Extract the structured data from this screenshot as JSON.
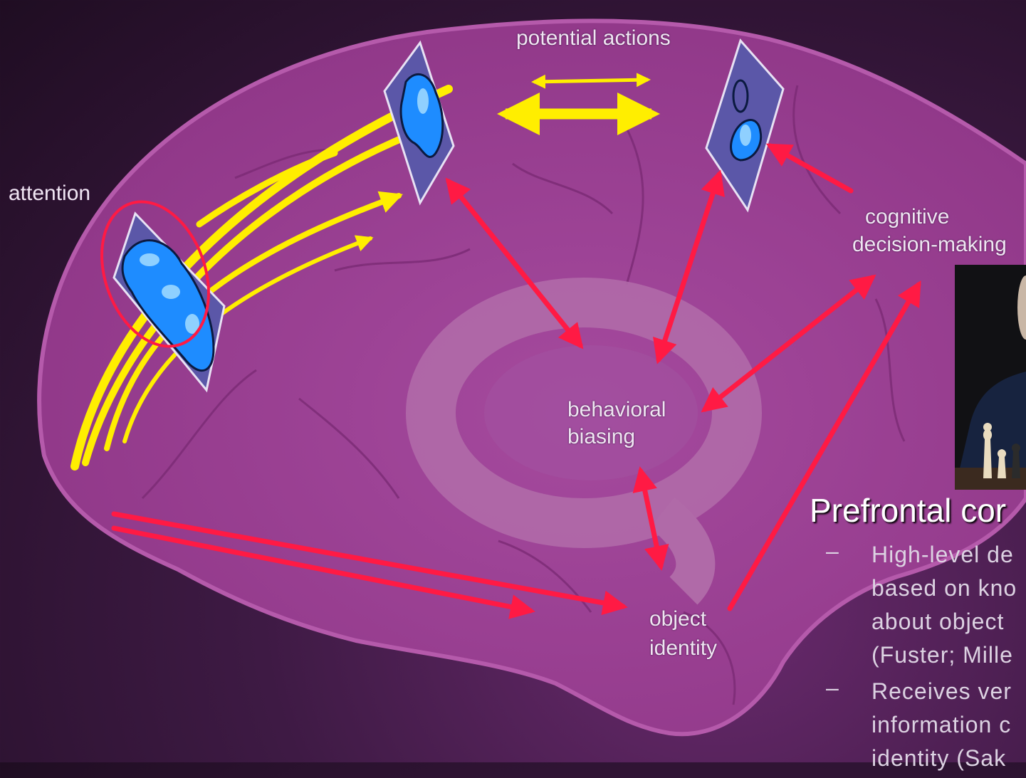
{
  "labels": {
    "potential_actions": "potential actions",
    "attention": "attention",
    "cognitive": "cognitive",
    "decision_making": "decision-making",
    "behavioral": "behavioral",
    "biasing": "biasing",
    "object": "object",
    "identity": "identity"
  },
  "panel": {
    "title": "Prefrontal cor",
    "bullets": [
      {
        "dash": "–",
        "lines": [
          "High-level de",
          "based on kno",
          "about object",
          "(Fuster; Mille"
        ]
      },
      {
        "dash": "–",
        "lines": [
          "Receives ver",
          "information c",
          "identity (Sak"
        ]
      }
    ]
  },
  "colors": {
    "brain": "#9a3d94",
    "limbic_ring": "#b367ad",
    "yellow_pathways": "#ffee00",
    "red_arrows": "#ff1a44",
    "activation": "#1e8cff",
    "panel": "#5b57a8"
  }
}
